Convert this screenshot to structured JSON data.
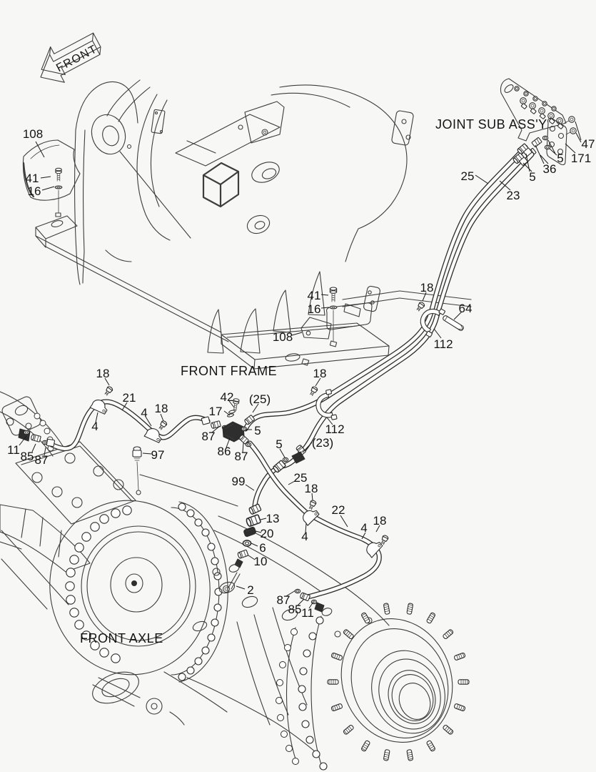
{
  "figure": {
    "background": "#f7f7f6",
    "line_color": "#3d3d3d",
    "hose_color": "#2b2b2b",
    "text_color": "#141414"
  },
  "labels": {
    "front_arrow": "FRONT",
    "joint_sub_assy": "JOINT SUB ASS'Y",
    "front_frame": "FRONT FRAME",
    "front_axle": "FRONT AXLE"
  },
  "callouts": [
    {
      "t": "108"
    },
    {
      "t": "41"
    },
    {
      "t": "16"
    },
    {
      "t": "47"
    },
    {
      "t": "171"
    },
    {
      "t": "5"
    },
    {
      "t": "36"
    },
    {
      "t": "5"
    },
    {
      "t": "25"
    },
    {
      "t": "23"
    },
    {
      "t": "41"
    },
    {
      "t": "16"
    },
    {
      "t": "108"
    },
    {
      "t": "18"
    },
    {
      "t": "64"
    },
    {
      "t": "112"
    },
    {
      "t": "18"
    },
    {
      "t": "112"
    },
    {
      "t": "18"
    },
    {
      "t": "21"
    },
    {
      "t": "4"
    },
    {
      "t": "4"
    },
    {
      "t": "18"
    },
    {
      "t": "11"
    },
    {
      "t": "85"
    },
    {
      "t": "87"
    },
    {
      "t": "97"
    },
    {
      "t": "42"
    },
    {
      "t": "(25)"
    },
    {
      "t": "17"
    },
    {
      "t": "87"
    },
    {
      "t": "5"
    },
    {
      "t": "86"
    },
    {
      "t": "87"
    },
    {
      "t": "5"
    },
    {
      "t": "(23)"
    },
    {
      "t": "99"
    },
    {
      "t": "25"
    },
    {
      "t": "18"
    },
    {
      "t": "13"
    },
    {
      "t": "20"
    },
    {
      "t": "6"
    },
    {
      "t": "10"
    },
    {
      "t": "22"
    },
    {
      "t": "4"
    },
    {
      "t": "4"
    },
    {
      "t": "18"
    },
    {
      "t": "2"
    },
    {
      "t": "87"
    },
    {
      "t": "85"
    },
    {
      "t": "11"
    }
  ]
}
